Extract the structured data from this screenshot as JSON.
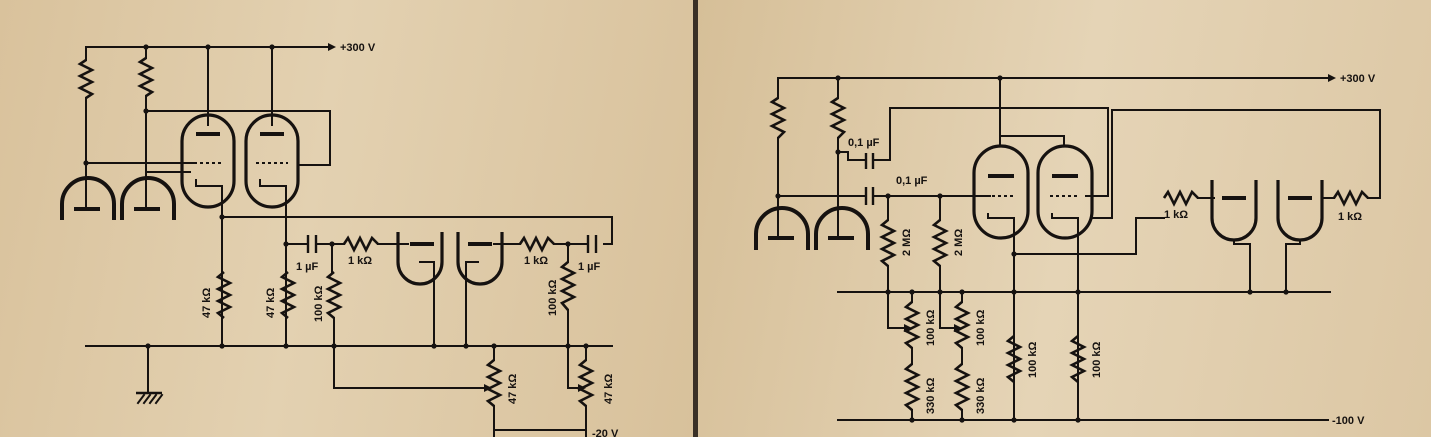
{
  "left": {
    "supply": "+300 V",
    "bottom_supply": "-20 V",
    "labels": {
      "r47_a": "47 kΩ",
      "r47_b": "47 kΩ",
      "c1": "1 µF",
      "r100_a": "100 kΩ",
      "r1k_a": "1 kΩ",
      "r1k_b": "1 kΩ",
      "r100_b": "100 kΩ",
      "c2": "1 µF",
      "p47_a": "47 kΩ",
      "p47_b": "47 kΩ"
    }
  },
  "right": {
    "supply": "+300 V",
    "bottom_supply": "-100 V",
    "labels": {
      "c01_a": "0,1 µF",
      "c01_b": "0,1 µF",
      "r2m_a": "2 MΩ",
      "r2m_b": "2 MΩ",
      "r1k_a": "1 kΩ",
      "r1k_b": "1 kΩ",
      "p100_a": "100 kΩ",
      "p100_b": "100 kΩ",
      "r330_a": "330 kΩ",
      "r330_b": "330 kΩ",
      "r100_a": "100 kΩ",
      "r100_b": "100 kΩ"
    }
  }
}
